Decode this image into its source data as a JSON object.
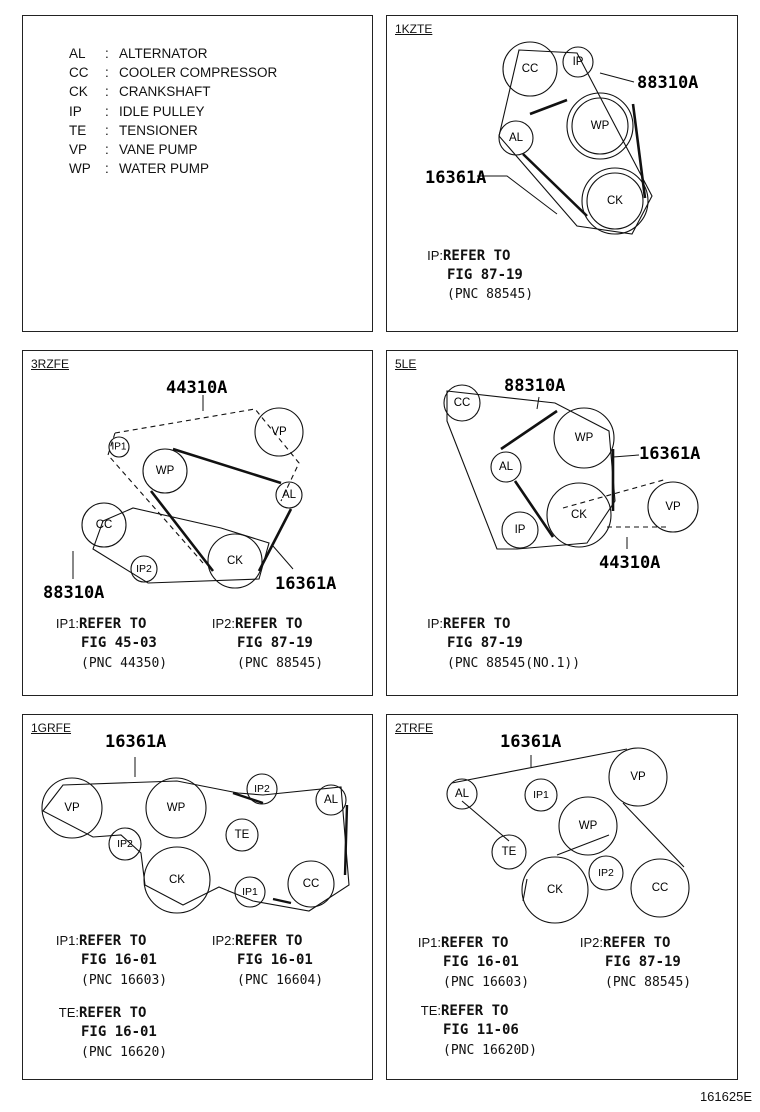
{
  "legend": [
    {
      "abbr": "AL",
      "name": "ALTERNATOR"
    },
    {
      "abbr": "CC",
      "name": "COOLER COMPRESSOR"
    },
    {
      "abbr": "CK",
      "name": "CRANKSHAFT"
    },
    {
      "abbr": "IP",
      "name": "IDLE PULLEY"
    },
    {
      "abbr": "TE",
      "name": "TENSIONER"
    },
    {
      "abbr": "VP",
      "name": "VANE PUMP"
    },
    {
      "abbr": "WP",
      "name": "WATER PUMP"
    }
  ],
  "colon": ":",
  "panels": {
    "p1kzte": {
      "title": "1KZTE",
      "pulleys": {
        "cc": "CC",
        "ip": "IP",
        "wp": "WP",
        "al": "AL",
        "ck": "CK"
      },
      "parts": {
        "a": "88310A",
        "b": "16361A"
      },
      "refs": [
        {
          "label": "IP:",
          "refer": "REFER TO",
          "fig": "FIG 87-19",
          "pnc": "(PNC 88545)"
        }
      ]
    },
    "p3rzfe": {
      "title": "3RZFE",
      "pulleys": {
        "ip1": "IP1",
        "vp": "VP",
        "wp": "WP",
        "al": "AL",
        "cc": "CC",
        "ip2": "IP2",
        "ck": "CK"
      },
      "parts": {
        "a": "44310A",
        "b": "88310A",
        "c": "16361A"
      },
      "refs": [
        {
          "label": "IP1:",
          "refer": "REFER TO",
          "fig": "FIG 45-03",
          "pnc": "(PNC 44350)"
        },
        {
          "label": "IP2:",
          "refer": "REFER TO",
          "fig": "FIG 87-19",
          "pnc": "(PNC 88545)"
        }
      ]
    },
    "p5le": {
      "title": "5LE",
      "pulleys": {
        "cc": "CC",
        "wp": "WP",
        "al": "AL",
        "ck": "CK",
        "ip": "IP",
        "vp": "VP"
      },
      "parts": {
        "a": "88310A",
        "b": "16361A",
        "c": "44310A"
      },
      "refs": [
        {
          "label": "IP:",
          "refer": "REFER TO",
          "fig": "FIG 87-19",
          "pnc": "(PNC 88545(NO.1))"
        }
      ]
    },
    "p1grfe": {
      "title": "1GRFE",
      "pulleys": {
        "vp": "VP",
        "wp": "WP",
        "ip2": "IP2",
        "al": "AL",
        "te": "TE",
        "ip2b": "IP2",
        "ck": "CK",
        "ip1": "IP1",
        "cc": "CC"
      },
      "parts": {
        "a": "16361A"
      },
      "refs": [
        {
          "label": "IP1:",
          "refer": "REFER TO",
          "fig": "FIG 16-01",
          "pnc": "(PNC 16603)"
        },
        {
          "label": "IP2:",
          "refer": "REFER TO",
          "fig": "FIG 16-01",
          "pnc": "(PNC 16604)"
        },
        {
          "label": "TE:",
          "refer": "REFER TO",
          "fig": "FIG 16-01",
          "pnc": "(PNC 16620)"
        }
      ]
    },
    "p2trfe": {
      "title": "2TRFE",
      "pulleys": {
        "al": "AL",
        "ip1": "IP1",
        "vp": "VP",
        "wp": "WP",
        "te": "TE",
        "ip2": "IP2",
        "ck": "CK",
        "cc": "CC"
      },
      "parts": {
        "a": "16361A"
      },
      "refs": [
        {
          "label": "IP1:",
          "refer": "REFER TO",
          "fig": "FIG 16-01",
          "pnc": "(PNC 16603)"
        },
        {
          "label": "IP2:",
          "refer": "REFER TO",
          "fig": "FIG 87-19",
          "pnc": "(PNC 88545)"
        },
        {
          "label": "TE:",
          "refer": "REFER TO",
          "fig": "FIG 11-06",
          "pnc": "(PNC 16620D)"
        }
      ]
    }
  },
  "figure_code": "161625E"
}
